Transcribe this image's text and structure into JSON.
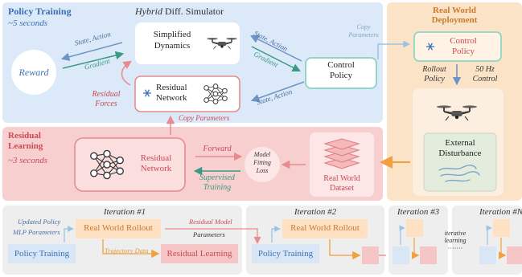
{
  "colors": {
    "blue_panel": "#dbe9f8",
    "red_panel": "#f8cfcf",
    "orange_panel": "#fbe3c8",
    "gray_panel": "#eeeeee",
    "blue_text": "#3b6fb5",
    "red_text": "#c94a55",
    "orange_text": "#e39a3c",
    "green_arrow": "#3a9a82"
  },
  "icons": [
    "drone-icon",
    "neural-network-icon",
    "snowflake-icon",
    "dataset-stack-icon",
    "wind-icon"
  ],
  "policy_training": {
    "title": "Policy Training",
    "time": "~5 seconds",
    "simulator_hybrid": "Hybrid",
    "simulator_rest": "Diff. Simulator",
    "reward": "Reward",
    "state_action_1": "State, Action",
    "gradient_1": "Gradient",
    "simplified_line1": "Simplified",
    "simplified_line2": "Dynamics",
    "state_action_2": "State, Action",
    "gradient_2": "Gradient",
    "control_line1": "Control",
    "control_line2": "Policy",
    "residual_net_line1": "Residual",
    "residual_net_line2": "Network",
    "state_action_3": "State, Action",
    "residual_forces_line1": "Residual",
    "residual_forces_line2": "Forces",
    "copy_parameters": "Copy Parameters"
  },
  "real_world": {
    "title_line1": "Real World",
    "title_line2": "Deployment",
    "copy_params_line1": "Copy",
    "copy_params_line2": "Parameters",
    "control_line1": "Control",
    "control_line2": "Policy",
    "rollout_line1": "Rollout",
    "rollout_line2": "Policy",
    "hz_line1": "50 Hz",
    "hz_line2": "Control",
    "disturbance_line1": "External",
    "disturbance_line2": "Disturbance"
  },
  "residual_learning": {
    "title_line1": "Residual",
    "title_line2": "Learning",
    "time": "~3 seconds",
    "network_line1": "Residual",
    "network_line2": "Network",
    "forward": "Forward",
    "supervised_line1": "Supervised",
    "supervised_line2": "Training",
    "loss_line1": "Model",
    "loss_line2": "Fitting",
    "loss_line3": "Loss",
    "dataset_line1": "Real World",
    "dataset_line2": "Dataset"
  },
  "iterations": {
    "iter1_title": "Iteration #1",
    "updated_policy": "Updated Policy",
    "mlp_parameters": "MLP Parameters",
    "policy_training": "Policy Training",
    "real_world_rollout": "Real World Rollout",
    "trajectory_data": "Trajectory Data",
    "residual_model_line1": "Residual Model",
    "residual_model_line2": "Parameters",
    "residual_learning": "Residual Learning",
    "iter2_title": "Iteration #2",
    "iter2_rollout": "Real World Rollout",
    "iter2_policy_training": "Policy Training",
    "iter3_title": "Iteration #3",
    "iterative_line1": "iterative",
    "iterative_line2": "learning",
    "ellipsis": "·······",
    "iterN_title": "Iteration #N"
  }
}
